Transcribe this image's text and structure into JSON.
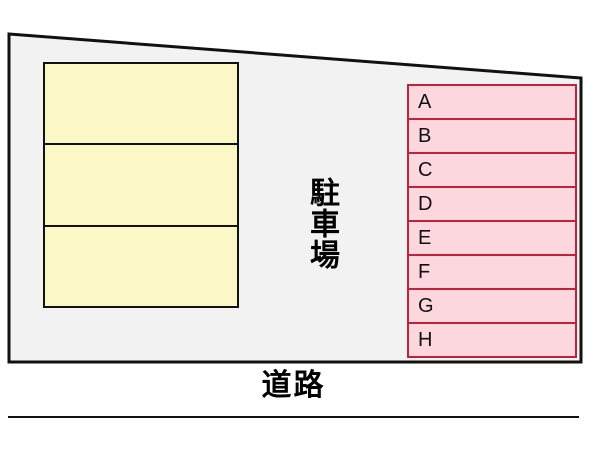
{
  "lot": {
    "label": "駐車場",
    "spaces": [
      "A",
      "B",
      "C",
      "D",
      "E",
      "F",
      "G",
      "H"
    ]
  },
  "road": {
    "label": "道路"
  },
  "colors": {
    "lot_fill": "#F2F2F2",
    "lot_border": "#111111",
    "building_fill": "#FBF7C6",
    "building_border": "#111111",
    "space_fill": "#FDD7DE",
    "space_border": "#C02339",
    "text": "#000000"
  }
}
